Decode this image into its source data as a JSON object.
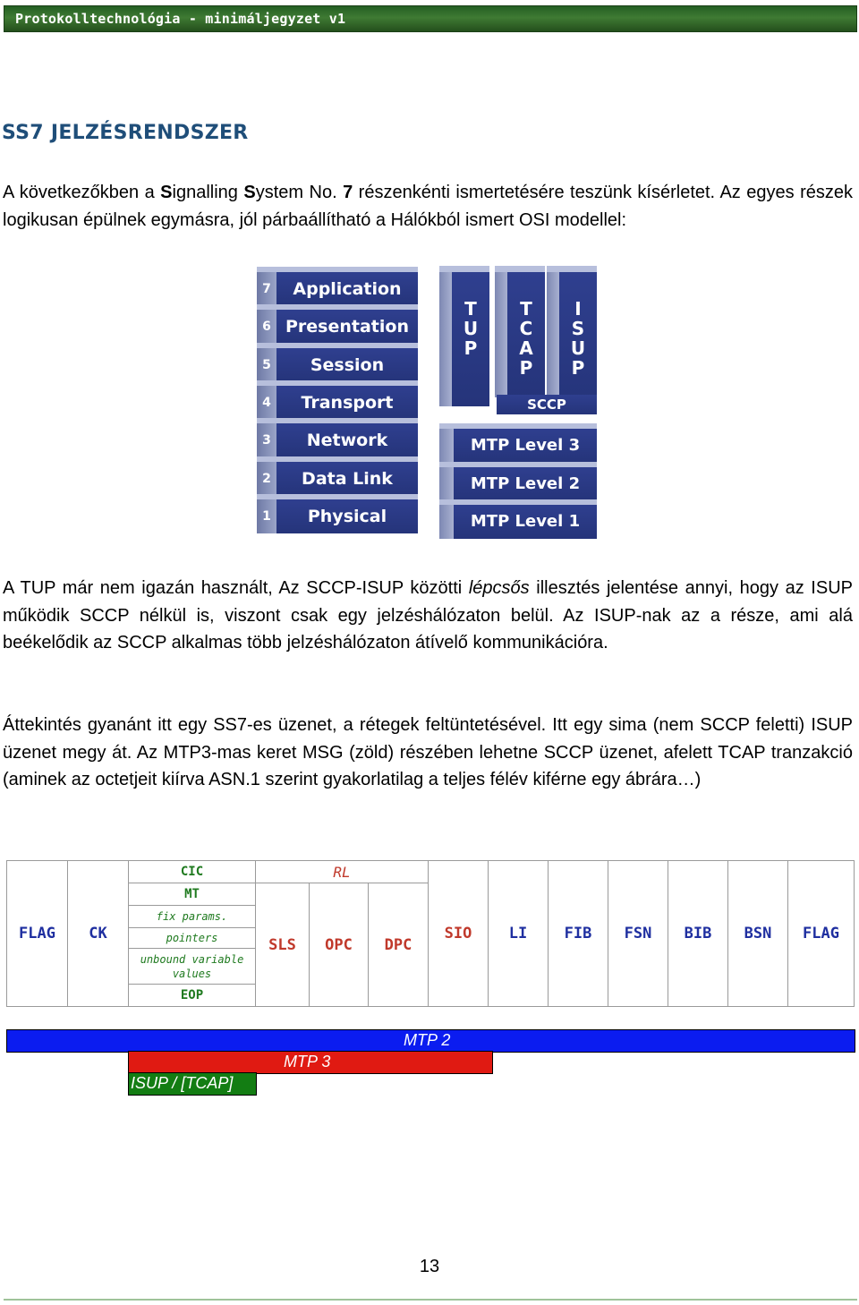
{
  "header": {
    "title": "Protokolltechnológia - minimáljegyzet v1"
  },
  "section_title": "SS7 JELZÉSRENDSZER",
  "intro": {
    "p1": "A következőkben a ",
    "s_bold": "S",
    "p2": "ignalling ",
    "s2_bold": "S",
    "p3": "ystem No. ",
    "seven_bold": "7",
    "p4": " részenkénti ismertetésére teszünk kísérletet. Az egyes részek logikusan épülnek egymásra, jól párbaállítható a Hálókból ismert OSI modellel:"
  },
  "osi_layers": [
    {
      "num": "7",
      "label": "Application"
    },
    {
      "num": "6",
      "label": "Presentation"
    },
    {
      "num": "5",
      "label": "Session"
    },
    {
      "num": "4",
      "label": "Transport"
    },
    {
      "num": "3",
      "label": "Network"
    },
    {
      "num": "2",
      "label": "Data Link"
    },
    {
      "num": "1",
      "label": "Physical"
    }
  ],
  "ss7_stack": {
    "pillars": [
      "TUP",
      "TCAP",
      "ISUP"
    ],
    "sccp": "SCCP",
    "levels": [
      "MTP Level 3",
      "MTP Level 2",
      "MTP Level 1"
    ]
  },
  "para2": {
    "a": "A TUP már nem igazán használt, Az SCCP-ISUP közötti ",
    "italic": "lépcsős",
    "b": " illesztés jelentése annyi, hogy az ISUP működik SCCP nélkül is, viszont csak egy jelzéshálózaton belül. Az ISUP-nak az a része, ami alá beékelődik az SCCP alkalmas több jelzéshálózaton átívelő kommunikációra."
  },
  "para3": "Áttekintés gyanánt itt egy SS7-es üzenet, a rétegek feltüntetésével. Itt egy sima (nem SCCP feletti) ISUP üzenet megy át. Az MTP3-mas keret MSG (zöld) részében lehetne SCCP üzenet, afelett TCAP tranzakció (aminek az octetjeit kiírva ASN.1 szerint gyakorlatilag a teljes félév kiférne egy ábrára…)",
  "message": {
    "flag1": "FLAG",
    "ck": "CK",
    "cic": "CIC",
    "mt": "MT",
    "fix": "fix params.",
    "pointers": "pointers",
    "unbound": "unbound variable values",
    "eop": "EOP",
    "rl": "RL",
    "sls": "SLS",
    "opc": "OPC",
    "dpc": "DPC",
    "sio": "SIO",
    "li": "LI",
    "fib": "FIB",
    "fsn": "FSN",
    "bib": "BIB",
    "bsn": "BSN",
    "flag2": "FLAG"
  },
  "layers_bar": {
    "mtp2": "MTP 2",
    "mtp3": "MTP 3",
    "isup": "ISUP / [TCAP]"
  },
  "colors": {
    "mtp2": "#0b1cf0",
    "mtp3": "#e01a12",
    "isup": "#137d13",
    "header_bg": "#2f6a2a",
    "title": "#1f4e79"
  },
  "page_number": "13"
}
